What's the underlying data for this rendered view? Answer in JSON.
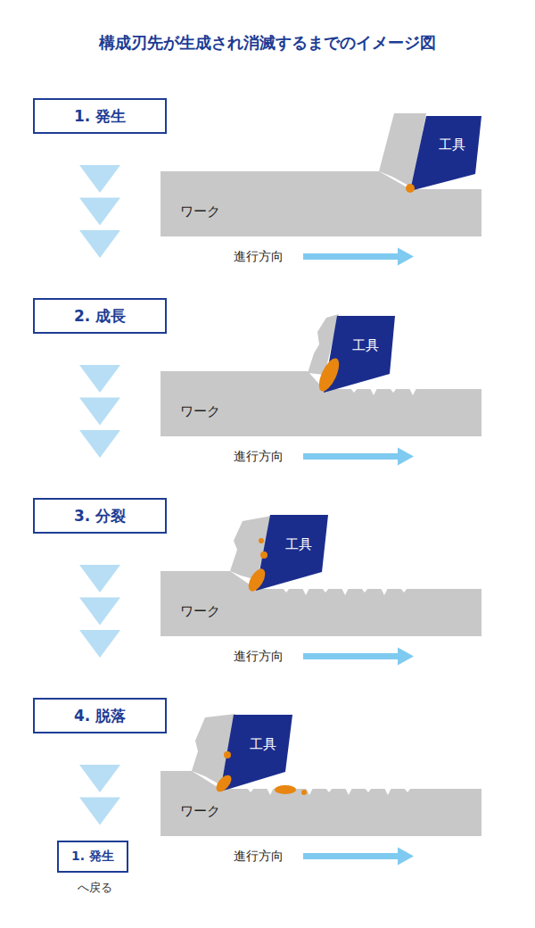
{
  "diagram": {
    "title": "構成刃先が生成され消滅するまでのイメージ図",
    "nodes": [
      {
        "text": [
          "1. 発生"
        ]
      },
      {
        "text": [
          "ワーク"
        ]
      },
      {
        "text": [
          "工具"
        ]
      },
      {
        "text": [
          "2. 成長"
        ]
      },
      {
        "text": [
          "ワーク"
        ]
      },
      {
        "text": [
          "工具"
        ]
      },
      {
        "text": [
          "3. 分裂"
        ]
      },
      {
        "text": [
          "ワーク"
        ]
      },
      {
        "text": [
          "工具"
        ]
      },
      {
        "text": [
          "4. 脱落"
        ]
      },
      {
        "text": [
          "ワーク"
        ]
      },
      {
        "text": [
          "工具"
        ]
      },
      {
        "text": [
          "1. 発生",
          "へ戻る"
        ]
      }
    ],
    "edges": [
      {
        "from": 0,
        "to": 3,
        "arrow": "to"
      },
      {
        "from": 3,
        "to": 6,
        "arrow": "to"
      },
      {
        "from": 6,
        "to": 9,
        "arrow": "to"
      },
      {
        "from": 9,
        "to": 12,
        "arrow": "to"
      }
    ],
    "labels": [
      "進行方向",
      "進行方向",
      "進行方向",
      "進行方向"
    ]
  }
}
